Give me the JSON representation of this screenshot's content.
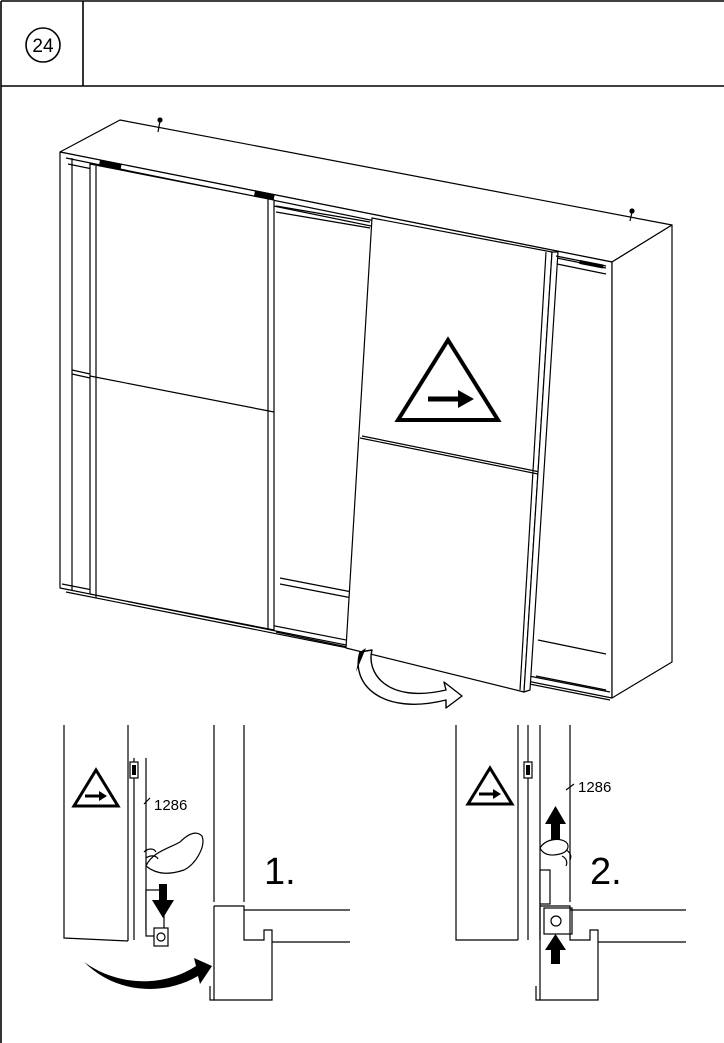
{
  "step": {
    "number": "24"
  },
  "icons": [
    "warning-triangle-arrow-icon",
    "curved-arrow-icon",
    "down-arrow-icon",
    "up-arrow-icon",
    "hand-icon"
  ],
  "details": [
    {
      "part_number": "1286",
      "step_label": "1."
    },
    {
      "part_number": "1286",
      "step_label": "2."
    }
  ],
  "colors": {
    "line": "#000000",
    "background": "#ffffff"
  }
}
